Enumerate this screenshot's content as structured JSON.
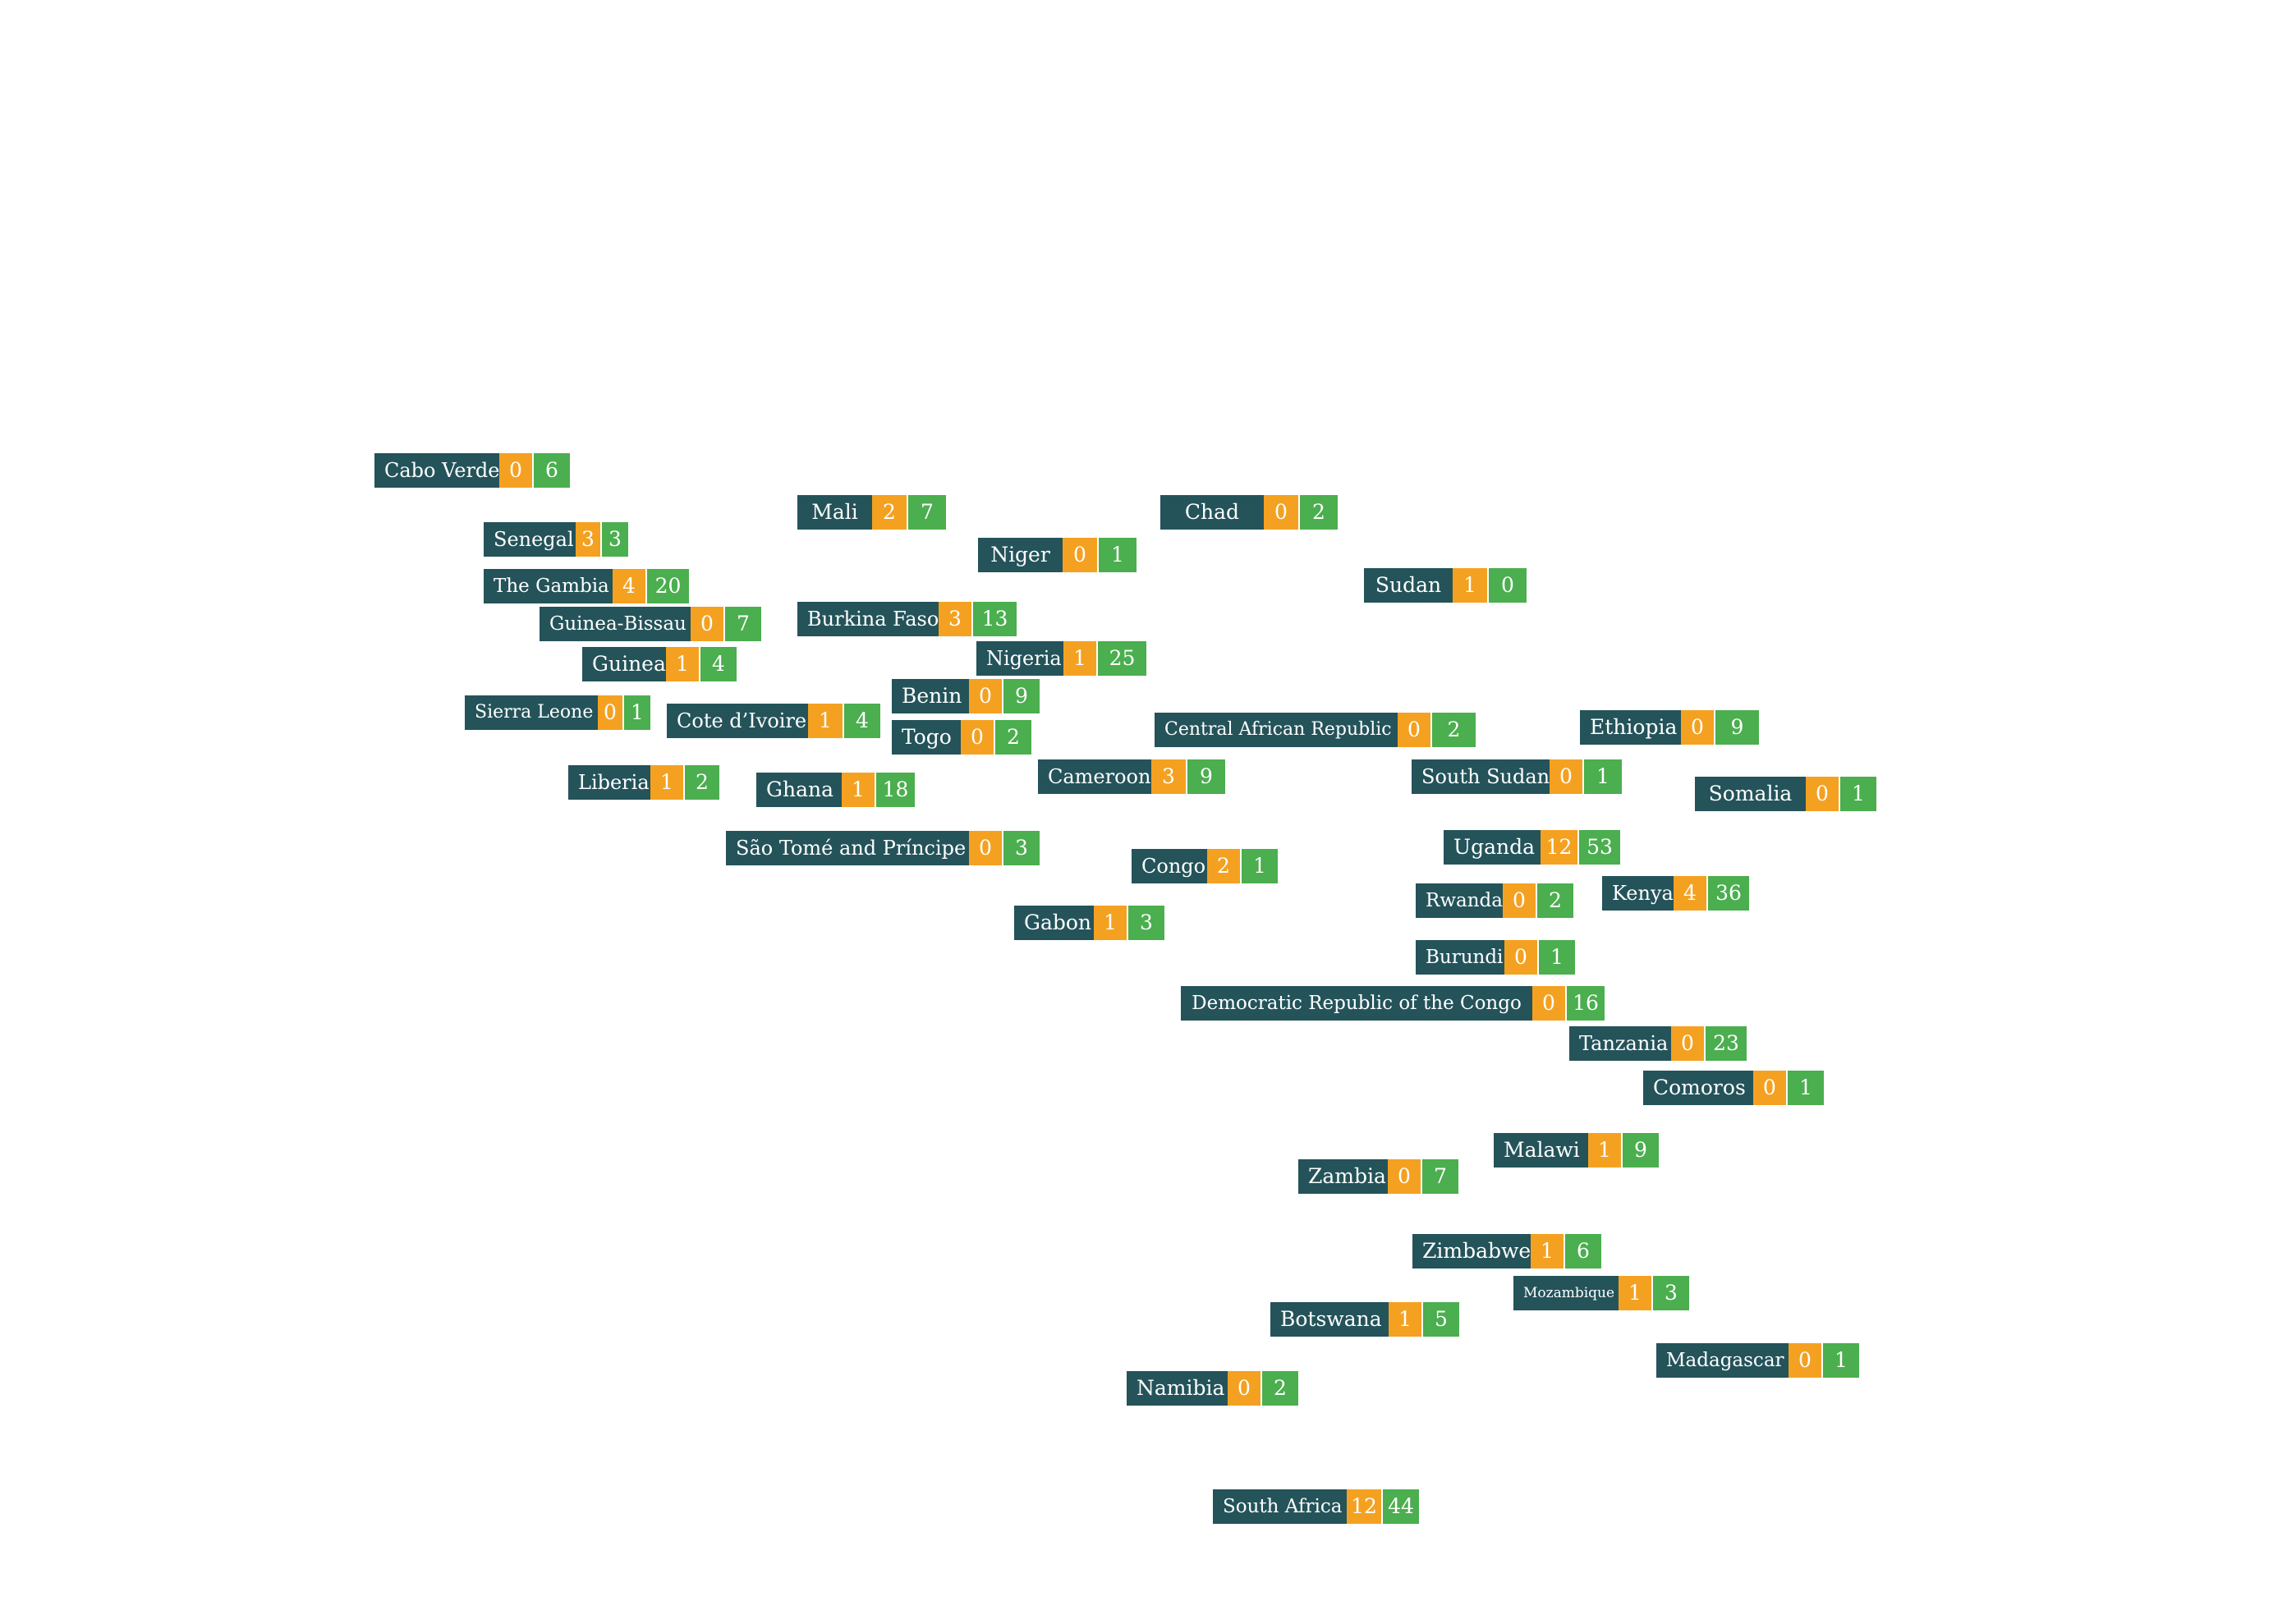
{
  "colors": {
    "name_bg": "#24535A",
    "value1_bg": "#F4A121",
    "value2_bg": "#4BAE4F",
    "text": "#FFFFFF",
    "background": "#FFFFFF"
  },
  "countries": [
    {
      "name": "Cabo Verde",
      "v1": "0",
      "v2": "6"
    },
    {
      "name": "Mali",
      "v1": "2",
      "v2": "7"
    },
    {
      "name": "Chad",
      "v1": "0",
      "v2": "2"
    },
    {
      "name": "Senegal",
      "v1": "3",
      "v2": "3"
    },
    {
      "name": "Niger",
      "v1": "0",
      "v2": "1"
    },
    {
      "name": "The Gambia",
      "v1": "4",
      "v2": "20"
    },
    {
      "name": "Sudan",
      "v1": "1",
      "v2": "0"
    },
    {
      "name": "Burkina Faso",
      "v1": "3",
      "v2": "13"
    },
    {
      "name": "Guinea-Bissau",
      "v1": "0",
      "v2": "7"
    },
    {
      "name": "Nigeria",
      "v1": "1",
      "v2": "25"
    },
    {
      "name": "Guinea",
      "v1": "1",
      "v2": "4"
    },
    {
      "name": "Benin",
      "v1": "0",
      "v2": "9"
    },
    {
      "name": "Sierra Leone",
      "v1": "0",
      "v2": "1"
    },
    {
      "name": "Cote d’Ivoire",
      "v1": "1",
      "v2": "4"
    },
    {
      "name": "Togo",
      "v1": "0",
      "v2": "2"
    },
    {
      "name": "Central African Republic",
      "v1": "0",
      "v2": "2"
    },
    {
      "name": "Ethiopia",
      "v1": "0",
      "v2": "9"
    },
    {
      "name": "Liberia",
      "v1": "1",
      "v2": "2"
    },
    {
      "name": "Ghana",
      "v1": "1",
      "v2": "18"
    },
    {
      "name": "Cameroon",
      "v1": "3",
      "v2": "9"
    },
    {
      "name": "South Sudan",
      "v1": "0",
      "v2": "1"
    },
    {
      "name": "Somalia",
      "v1": "0",
      "v2": "1"
    },
    {
      "name": "São Tomé and Príncipe",
      "v1": "0",
      "v2": "3"
    },
    {
      "name": "Uganda",
      "v1": "12",
      "v2": "53"
    },
    {
      "name": "Congo",
      "v1": "2",
      "v2": "1"
    },
    {
      "name": "Kenya",
      "v1": "4",
      "v2": "36"
    },
    {
      "name": "Rwanda",
      "v1": "0",
      "v2": "2"
    },
    {
      "name": "Gabon",
      "v1": "1",
      "v2": "3"
    },
    {
      "name": "Burundi",
      "v1": "0",
      "v2": "1"
    },
    {
      "name": "Democratic Republic of the Congo",
      "v1": "0",
      "v2": "16"
    },
    {
      "name": "Tanzania",
      "v1": "0",
      "v2": "23"
    },
    {
      "name": "Comoros",
      "v1": "0",
      "v2": "1"
    },
    {
      "name": "Malawi",
      "v1": "1",
      "v2": "9"
    },
    {
      "name": "Zambia",
      "v1": "0",
      "v2": "7"
    },
    {
      "name": "Zimbabwe",
      "v1": "1",
      "v2": "6"
    },
    {
      "name": "Mozambique",
      "v1": "1",
      "v2": "3"
    },
    {
      "name": "Botswana",
      "v1": "1",
      "v2": "5"
    },
    {
      "name": "Madagascar",
      "v1": "0",
      "v2": "1"
    },
    {
      "name": "Namibia",
      "v1": "0",
      "v2": "2"
    },
    {
      "name": "South Africa",
      "v1": "12",
      "v2": "44"
    }
  ]
}
